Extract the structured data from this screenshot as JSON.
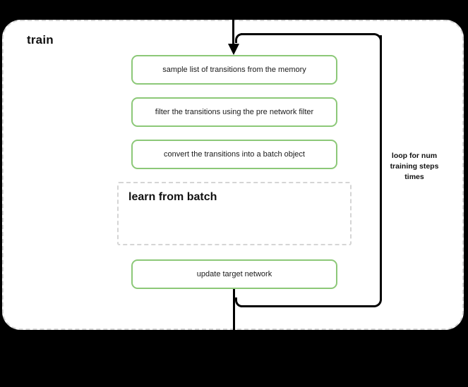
{
  "diagram": {
    "type": "flowchart",
    "background_color": "#000000",
    "accent_color": "#8CC878",
    "outer_block": {
      "title": "train",
      "border_style": "dashed",
      "border_color": "#d5d5d5"
    },
    "steps": [
      {
        "id": "sample-transitions",
        "label": "sample list of transitions from the memory",
        "style": "green-rounded"
      },
      {
        "id": "filter-transitions",
        "label": "filter the transitions using the pre network filter",
        "style": "green-rounded"
      },
      {
        "id": "convert-batch",
        "label": "convert the transitions into a batch object",
        "style": "green-rounded"
      },
      {
        "id": "update-target-network",
        "label": "update target network",
        "style": "green-rounded"
      }
    ],
    "sub_block": {
      "title": "learn from batch",
      "border_style": "dashed",
      "border_color": "#d5d5d5"
    },
    "loop": {
      "label": "loop for num training steps times",
      "label_line_1": "loop for num",
      "label_line_2": "training steps",
      "label_line_3": "times",
      "color": "#000000"
    },
    "connectors": {
      "entry_arrow": "arrow-down-into-first-step",
      "exit_line": "line-down-out-of-block"
    }
  }
}
